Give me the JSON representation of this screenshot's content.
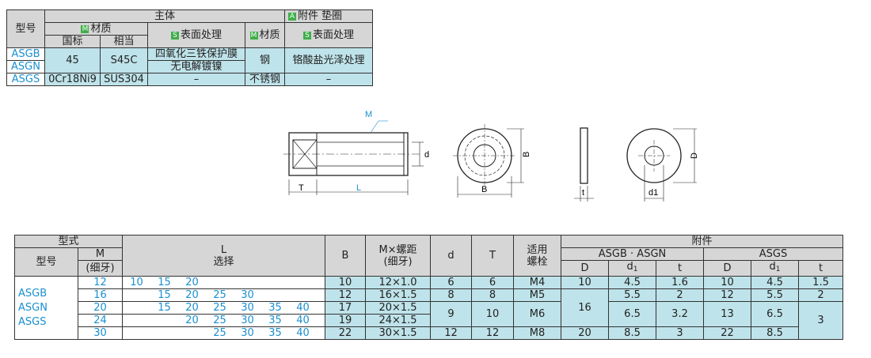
{
  "top": {
    "main_body": "主体",
    "accessory_badge": "A",
    "accessory": "附件 垫圈",
    "model": "型号",
    "m_badge": "M",
    "s_badge": "S",
    "material": "材质",
    "material2": "材质",
    "surface": "表面处理",
    "surface2": "表面处理",
    "gb": "国标",
    "equiv": "相当",
    "rows": [
      {
        "model": "ASGB"
      },
      {
        "model": "ASGN"
      },
      {
        "model": "ASGS"
      }
    ],
    "gb_45": "45",
    "equiv_s45c": "S45C",
    "surf_b": "四氧化三铁保护膜",
    "surf_n": "无电解镀镍",
    "washer_steel": "钢",
    "washer_surf": "铬酸盐光泽处理",
    "gb_s": "0Cr18Ni9",
    "equiv_s": "SUS304",
    "surf_s": "–",
    "washer_s": "不锈钢",
    "washer_surf_s": "–"
  },
  "drawing": {
    "M": "M",
    "d": "d",
    "T": "T",
    "L": "L",
    "B1": "B",
    "B2": "B",
    "t": "t",
    "d1": "d1",
    "D": "D"
  },
  "bottom": {
    "type": "型式",
    "model": "型号",
    "M": "M",
    "fine": "(细牙)",
    "L": "L",
    "select": "选择",
    "B": "B",
    "mxp": "M×螺距",
    "fine2": "(细牙)",
    "d": "d",
    "T": "T",
    "bolt1": "适用",
    "bolt2": "螺栓",
    "accessory": "附件",
    "asgb_asgn": "ASGB · ASGN",
    "asgs": "ASGS",
    "D": "D",
    "d1": "d",
    "d1sub": "1",
    "t": "t",
    "D2": "D",
    "d12": "d",
    "d1sub2": "1",
    "t2": "t",
    "models": [
      "ASGB",
      "ASGN",
      "ASGS"
    ],
    "rows": [
      {
        "M": "12",
        "L": [
          "10",
          "15",
          "20",
          "",
          "",
          "",
          "",
          ""
        ],
        "B": "10",
        "mxp": "12×1.0",
        "d": "6",
        "T": "6",
        "bolt": "M4",
        "D": "10",
        "d1": "4.5",
        "t": "1.6",
        "D2": "10",
        "d12": "4.5",
        "t2": "1.5"
      },
      {
        "M": "16",
        "L": [
          "",
          "15",
          "20",
          "25",
          "30",
          "",
          "",
          ""
        ],
        "B": "12",
        "mxp": "16×1.5",
        "d": "8",
        "T": "8",
        "bolt": "M5",
        "D": "",
        "d1": "5.5",
        "t": "2",
        "D2": "12",
        "d12": "5.5",
        "t2": "2"
      },
      {
        "M": "20",
        "L": [
          "",
          "15",
          "20",
          "25",
          "30",
          "35",
          "40",
          ""
        ],
        "B": "17",
        "mxp": "20×1.5",
        "d": "9",
        "T": "10",
        "bolt": "M6",
        "D": "16",
        "d1": "6.5",
        "t": "3.2",
        "D2": "13",
        "d12": "6.5",
        "t2": "3"
      },
      {
        "M": "24",
        "L": [
          "",
          "",
          "20",
          "25",
          "30",
          "35",
          "40",
          ""
        ],
        "B": "19",
        "mxp": "24×1.5",
        "d": "",
        "T": "",
        "bolt": "",
        "D": "",
        "d1": "",
        "t": "",
        "D2": "",
        "d12": "",
        "t2": ""
      },
      {
        "M": "30",
        "L": [
          "",
          "",
          "",
          "25",
          "30",
          "35",
          "40",
          ""
        ],
        "B": "22",
        "mxp": "30×1.5",
        "d": "12",
        "T": "12",
        "bolt": "M8",
        "D": "20",
        "d1": "8.5",
        "t": "3",
        "D2": "22",
        "d12": "8.5",
        "t2": ""
      }
    ]
  }
}
